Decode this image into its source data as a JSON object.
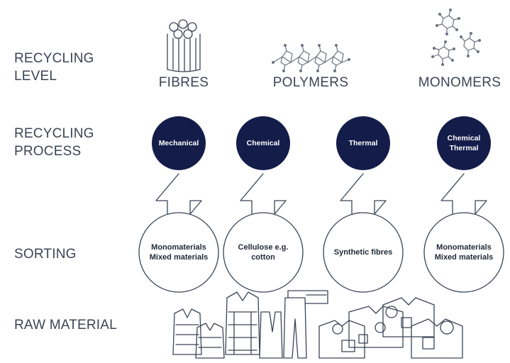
{
  "rows": {
    "level": "RECYCLING\nLEVEL",
    "process": "RECYCLING\nPROCESS",
    "sorting": "SORTING",
    "raw": "RAW MATERIAL"
  },
  "levels": {
    "fibres": "FIBRES",
    "polymers": "POLYMERS",
    "monomers": "MONOMERS"
  },
  "processes": [
    "Mechanical",
    "Chemical",
    "Thermal",
    "Chemical\nThermal"
  ],
  "sorting": [
    "Monomaterials\nMixed materials",
    "Cellulose e.g.\ncotton",
    "Synthetic fibres",
    "Monomaterials\nMixed materials"
  ],
  "colors": {
    "process_fill": "#141c4a",
    "outline": "#3a4556"
  },
  "icons": [
    "fibre-bundle-icon",
    "polymer-chain-icon",
    "monomer-molecule-icon",
    "textile-garments-icon"
  ]
}
